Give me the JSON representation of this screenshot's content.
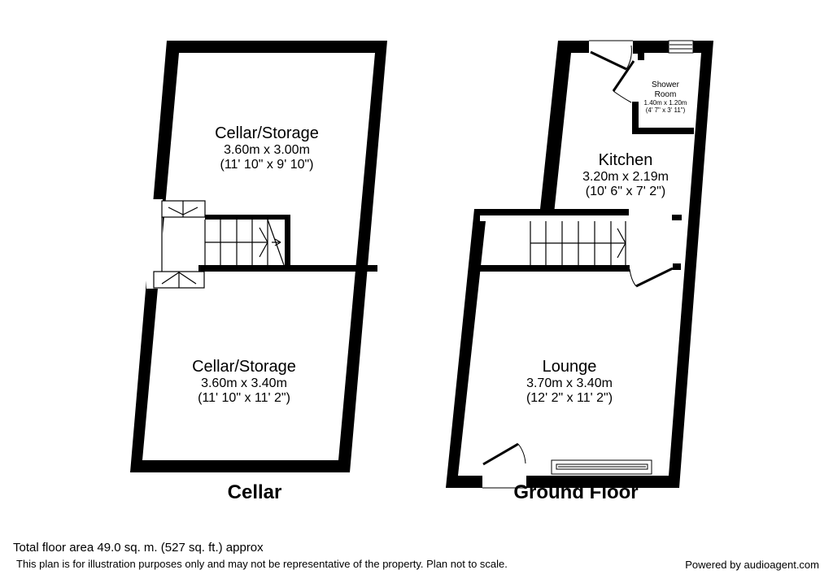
{
  "floors": [
    {
      "title": "Cellar",
      "rooms": [
        {
          "name": "Cellar/Storage",
          "metric": "3.60m x 3.00m",
          "imperial": "(11' 10\" x 9' 10\")"
        },
        {
          "name": "Cellar/Storage",
          "metric": "3.60m x 3.40m",
          "imperial": "(11' 10\" x 11' 2\")"
        }
      ]
    },
    {
      "title": "Ground Floor",
      "rooms": [
        {
          "name": "Shower Room",
          "name_line1": "Shower",
          "name_line2": "Room",
          "metric": "1.40m x 1.20m",
          "imperial": "(4' 7\" x 3' 11\")"
        },
        {
          "name": "Kitchen",
          "metric": "3.20m x 2.19m",
          "imperial": "(10' 6\" x 7' 2\")"
        },
        {
          "name": "Lounge",
          "metric": "3.70m x 3.40m",
          "imperial": "(12' 2\" x 11' 2\")"
        }
      ]
    }
  ],
  "footer": {
    "total_area": "Total floor area 49.0 sq. m. (527 sq. ft.) approx",
    "disclaimer": "This plan is for illustration purposes only and may not be representative of the property. Plan not to scale.",
    "powered_by": "Powered by audioagent.com"
  },
  "colors": {
    "wall": "#000000",
    "background": "#ffffff"
  }
}
